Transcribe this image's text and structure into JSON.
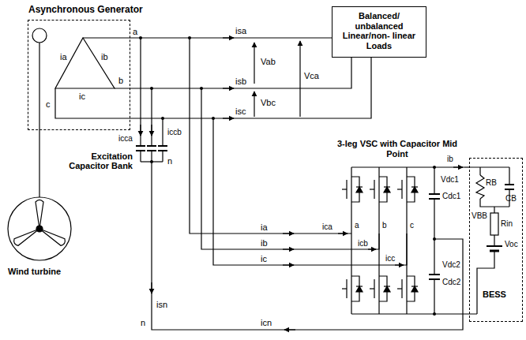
{
  "diagram": {
    "nodes": [
      {
        "text": [
          "Asynchronous Generator"
        ]
      },
      {
        "text": [
          "Balanced/ unbalanced Linear/non- linear Loads"
        ]
      },
      {
        "text": [
          "3-leg VSC with Capacitor Mid Point"
        ]
      },
      {
        "text": [
          "BESS"
        ]
      }
    ],
    "edges": [
      {
        "from": 0,
        "to": 1,
        "arrow": "none"
      },
      {
        "from": 0,
        "to": 2,
        "arrow": "none"
      },
      {
        "from": 2,
        "to": 3,
        "arrow": "none"
      }
    ],
    "labels": [
      "ia",
      "ib",
      "ic",
      "a",
      "b",
      "c",
      "isa",
      "isb",
      "isc",
      "Vab",
      "Vbc",
      "Vca",
      "icca",
      "iccb",
      "n",
      "Excitation Capacitor Bank",
      "Wind turbine",
      "ia",
      "ib",
      "ic",
      "isn",
      "icn",
      "n",
      "ica",
      "icb",
      "icc",
      "a",
      "b",
      "c",
      "Vdc1",
      "Cdc1",
      "Vdc2",
      "Cdc2",
      "ib",
      "RB",
      "CB",
      "VBB",
      "Rin",
      "Voc"
    ]
  }
}
